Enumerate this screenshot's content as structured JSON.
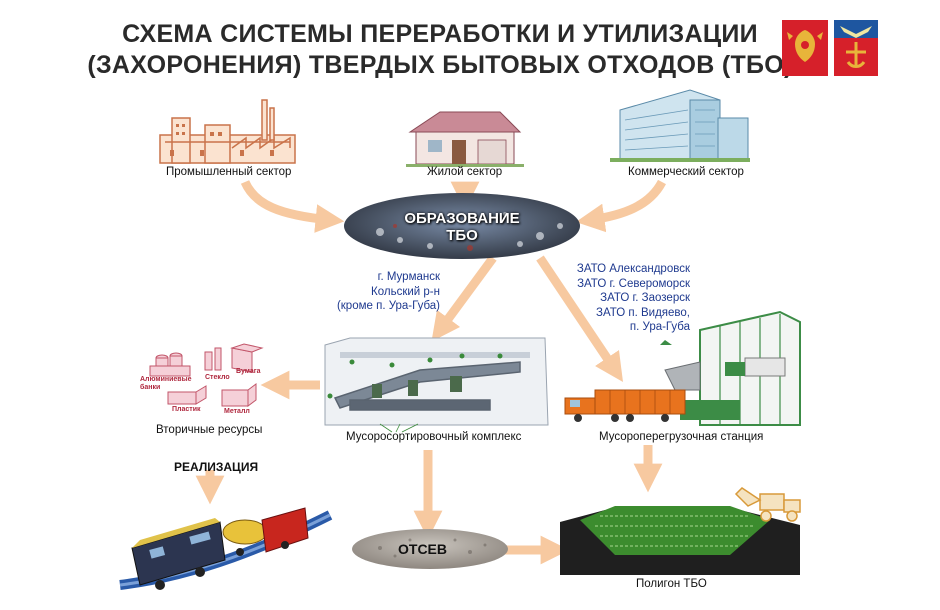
{
  "title": {
    "line1": "СХЕМА СИСТЕМЫ ПЕРЕРАБОТКИ И УТИЛИЗАЦИИ",
    "line2": "(ЗАХОРОНЕНИЯ) ТВЕРДЫХ БЫТОВЫХ ОТХОДОВ (ТБО)"
  },
  "sources": {
    "industrial": "Промышленный сектор",
    "residential": "Жилой сектор",
    "commercial": "Коммерческий сектор"
  },
  "center": {
    "line1": "ОБРАЗОВАНИЕ",
    "line2": "ТБО"
  },
  "route_left": [
    "г. Мурманск",
    "Кольский р-н",
    "(кроме п. Ура-Губа)"
  ],
  "route_right": [
    "ЗАТО Александровск",
    "ЗАТО г. Североморск",
    "ЗАТО г. Заозерск",
    "ЗАТО п. Видяево,",
    "п. Ура-Губа"
  ],
  "sorting_complex": "Мусоросортировочный комплекс",
  "transfer_station": "Мусороперегрузочная станция",
  "secondary_resources": {
    "label": "Вторичные ресурсы",
    "items": [
      "Алюминиевые банки",
      "Стекло",
      "Бумага",
      "Пластик",
      "Металл"
    ]
  },
  "realization": "РЕАЛИЗАЦИЯ",
  "screening": "ОТСЕВ",
  "landfill": "Полигон ТБО",
  "colors": {
    "arrow": "#f7c9a0",
    "route_text": "#1f3a8f",
    "flag_red": "#d6202a",
    "landfill_green": "#3c8c2e"
  }
}
